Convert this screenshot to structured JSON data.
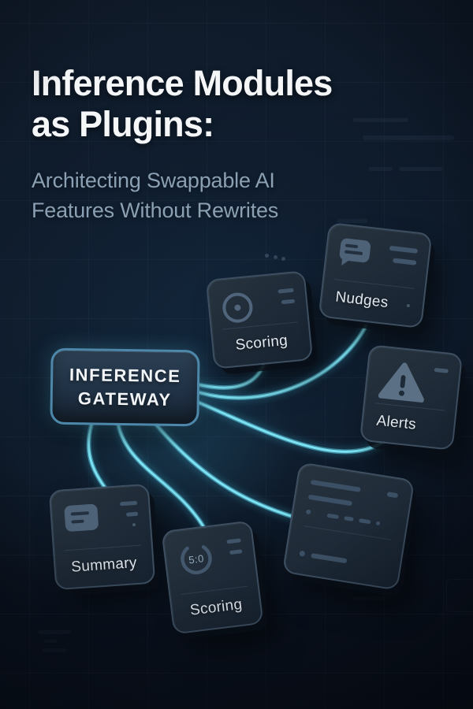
{
  "meta": {
    "kind": "infographic-diagram",
    "theme": "dark-navy-cyan"
  },
  "header": {
    "title_line1": "Inference Modules",
    "title_line2": "as Plugins:",
    "subtitle_line1": "Architecting Swappable AI",
    "subtitle_line2": "Features Without Rewrites"
  },
  "gateway": {
    "label_line1": "INFERENCE",
    "label_line2": "GATEWAY"
  },
  "modules": [
    {
      "id": "scoring-top",
      "label": "Scoring",
      "icon": "target-icon"
    },
    {
      "id": "nudges",
      "label": "Nudges",
      "icon": "chat-bubble-icon"
    },
    {
      "id": "alerts",
      "label": "Alerts",
      "icon": "warning-triangle-icon"
    },
    {
      "id": "summary",
      "label": "Summary",
      "icon": "document-icon"
    },
    {
      "id": "scoring-bottom",
      "label": "Scoring",
      "icon": "gauge-icon",
      "gauge_value": "5:0"
    },
    {
      "id": "log-module",
      "label": "",
      "icon": "log-lines-icon"
    }
  ],
  "connections": [
    {
      "from": "inference-gateway",
      "to": "scoring-top"
    },
    {
      "from": "inference-gateway",
      "to": "nudges"
    },
    {
      "from": "inference-gateway",
      "to": "alerts"
    },
    {
      "from": "inference-gateway",
      "to": "summary"
    },
    {
      "from": "inference-gateway",
      "to": "scoring-bottom"
    },
    {
      "from": "inference-gateway",
      "to": "log-module"
    }
  ],
  "colors": {
    "background": "#0c1522",
    "cable_accent": "#7ce2f1",
    "gateway_border": "#4d87a9",
    "card_border": "#3d4f61",
    "card_surface": "#1e2a37",
    "icon": "#4d6177",
    "icon_detail": "#22303f",
    "title": "#f4f6f8",
    "subtitle": "#8ba0b2",
    "card_label": "#e2e8ee"
  }
}
